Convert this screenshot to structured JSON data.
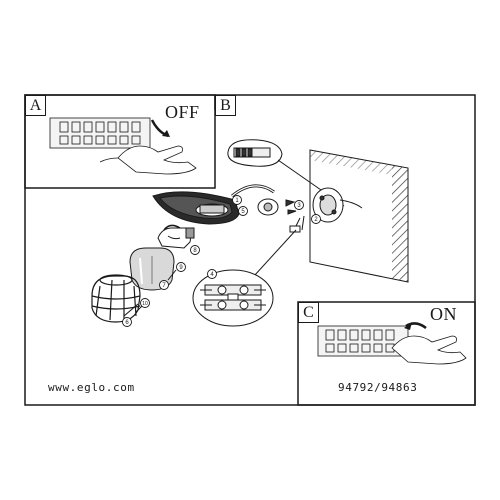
{
  "panels": {
    "a": {
      "letter": "A",
      "switch_label": "OFF"
    },
    "b": {
      "letter": "B"
    },
    "c": {
      "letter": "C",
      "switch_label": "ON"
    }
  },
  "step_numbers": [
    "1",
    "2",
    "3",
    "4",
    "5",
    "6",
    "7",
    "8",
    "9",
    "10"
  ],
  "footer": {
    "website": "www.eglo.com",
    "model_numbers": "94792/94863"
  }
}
